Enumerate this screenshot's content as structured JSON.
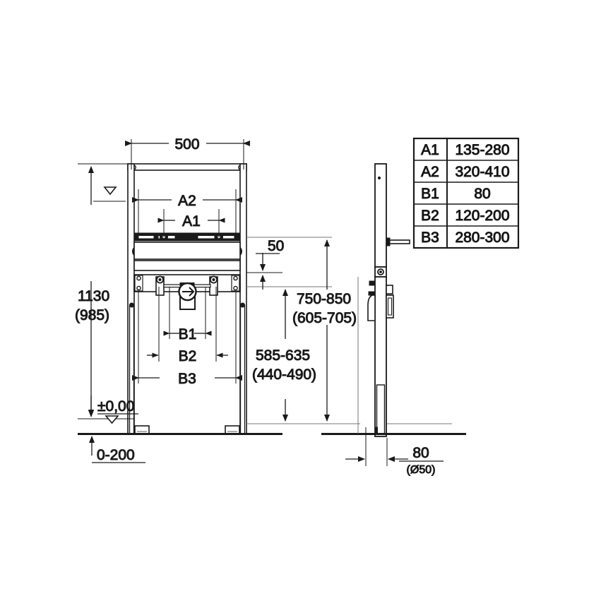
{
  "drawing": {
    "title": "Installation frame technical dimension drawing",
    "units": "mm",
    "line_color": "#1a1a1a",
    "background": "#ffffff"
  },
  "table": {
    "rows": [
      {
        "code": "A1",
        "value": "135-280"
      },
      {
        "code": "A2",
        "value": "320-410"
      },
      {
        "code": "B1",
        "value": "80"
      },
      {
        "code": "B2",
        "value": "120-200"
      },
      {
        "code": "B3",
        "value": "280-300"
      }
    ]
  },
  "dimensions": {
    "width_top": "500",
    "height_main": "1130",
    "height_main_alt": "(985)",
    "floor_ref": "±0,00",
    "floor_adjust": "0-200",
    "offset_50": "50",
    "height_upper": "750-850",
    "height_upper_alt": "(605-705)",
    "height_lower": "585-635",
    "height_lower_alt": "(440-490)",
    "depth_80": "80",
    "depth_80_alt": "(Ø50)",
    "label_a1": "A1",
    "label_a2": "A2",
    "label_b1": "B1",
    "label_b2": "B2",
    "label_b3": "B3"
  }
}
